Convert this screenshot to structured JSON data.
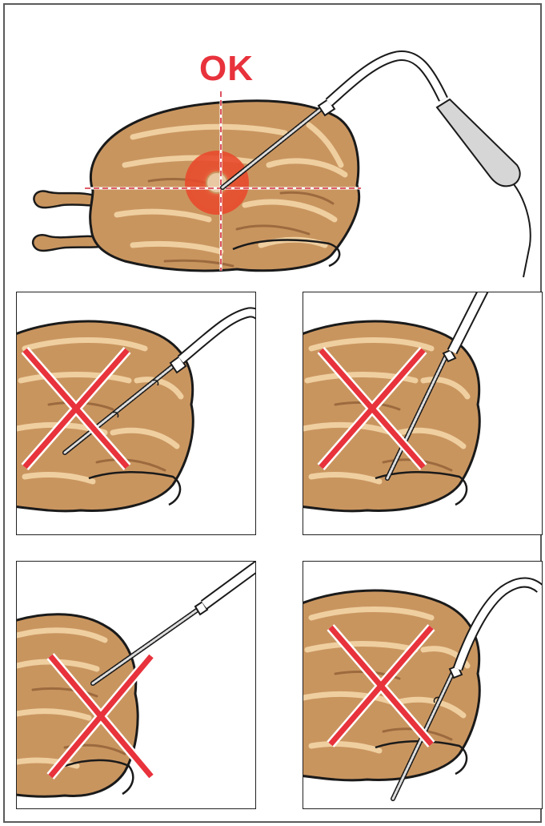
{
  "ok_label": "OK",
  "colors": {
    "meat": "#c9955f",
    "meat_light": "#efcfa0",
    "meat_dark": "#9c6a3e",
    "outline": "#1a1a1a",
    "wrong_mark": "#e8323c",
    "target_ring": "#e2472f",
    "crosshair": "#d62839",
    "probe_handle": "#d6d6d6"
  },
  "panels": [
    {
      "id": "wrong-shallow-angle",
      "status": "wrong",
      "icon": "cross-mark-icon"
    },
    {
      "id": "wrong-through-bottom",
      "status": "wrong",
      "icon": "cross-mark-icon"
    },
    {
      "id": "wrong-tip-outside",
      "status": "wrong",
      "icon": "cross-mark-icon"
    },
    {
      "id": "wrong-vertical-through",
      "status": "wrong",
      "icon": "cross-mark-icon"
    }
  ]
}
